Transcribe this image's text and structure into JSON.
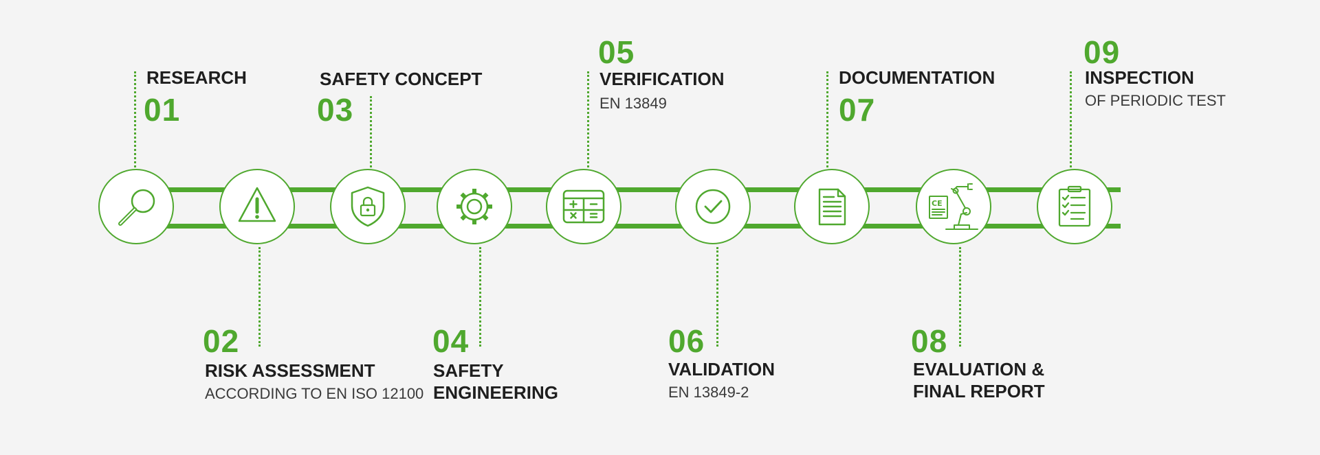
{
  "accent_color": "#4fa82e",
  "steps": [
    {
      "number": "01",
      "title": "RESEARCH",
      "subtitle": "",
      "icon": "magnifier-icon"
    },
    {
      "number": "02",
      "title": "RISK ASSESSMENT",
      "subtitle": "ACCORDING TO EN ISO 12100",
      "icon": "warning-icon"
    },
    {
      "number": "03",
      "title": "SAFETY CONCEPT",
      "subtitle": "",
      "icon": "shield-lock-icon"
    },
    {
      "number": "04",
      "title": "SAFETY",
      "title_line2": "ENGINEERING",
      "subtitle": "",
      "icon": "gear-icon"
    },
    {
      "number": "05",
      "title": "VERIFICATION",
      "subtitle": "EN 13849",
      "icon": "calculator-icon"
    },
    {
      "number": "06",
      "title": "VALIDATION",
      "subtitle": "EN 13849-2",
      "icon": "checkmark-circle-icon"
    },
    {
      "number": "07",
      "title": "DOCUMENTATION",
      "subtitle": "",
      "icon": "document-icon"
    },
    {
      "number": "08",
      "title": "EVALUATION &",
      "title_line2": "FINAL REPORT",
      "subtitle": "",
      "icon": "ce-robot-arm-icon"
    },
    {
      "number": "09",
      "title": "INSPECTION",
      "subtitle": "OF PERIODIC TEST",
      "icon": "clipboard-checklist-icon"
    }
  ]
}
